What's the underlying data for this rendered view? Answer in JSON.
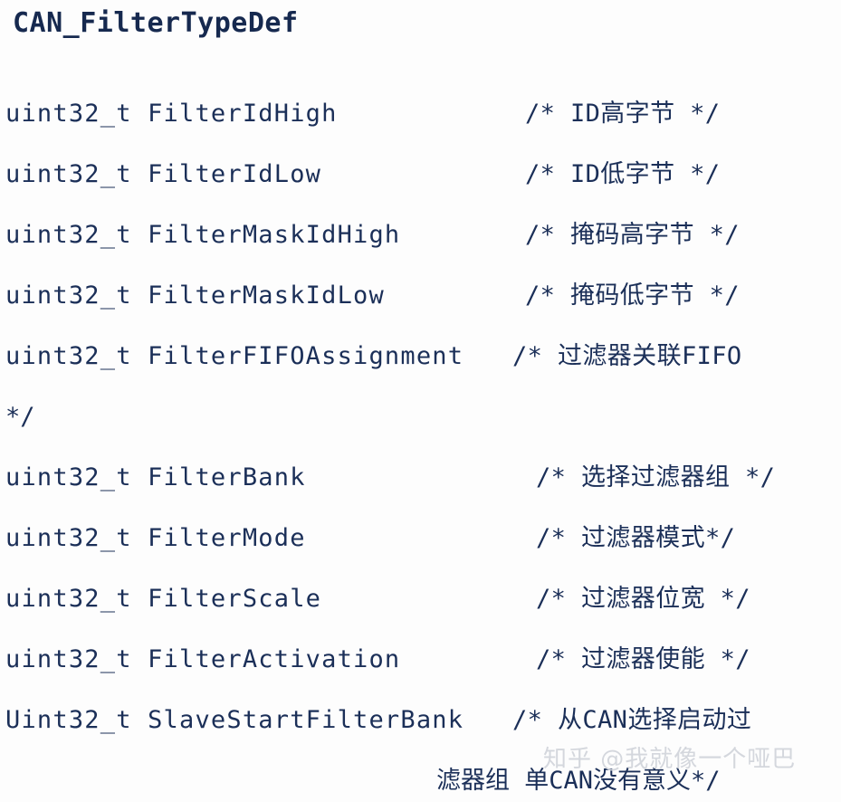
{
  "document": {
    "title": "CAN_FilterTypeDef",
    "text_color": "#1b2f58",
    "title_color": "#16294f",
    "background_color": "#fdfdfd"
  },
  "struct": {
    "name": "CAN_FilterTypeDef",
    "fields": [
      {
        "type": "uint32_t",
        "name": "FilterIdHigh",
        "declaration": "uint32_t FilterIdHigh",
        "comment": "/* ID高字节 */",
        "comment_column": "col-a"
      },
      {
        "type": "uint32_t",
        "name": "FilterIdLow",
        "declaration": "uint32_t FilterIdLow",
        "comment": "/* ID低字节 */",
        "comment_column": "col-a"
      },
      {
        "type": "uint32_t",
        "name": "FilterMaskIdHigh",
        "declaration": "uint32_t FilterMaskIdHigh",
        "comment": "/* 掩码高字节 */",
        "comment_column": "col-a"
      },
      {
        "type": "uint32_t",
        "name": "FilterMaskIdLow",
        "declaration": "uint32_t FilterMaskIdLow",
        "comment": "/* 掩码低字节 */",
        "comment_column": "col-a"
      },
      {
        "type": "uint32_t",
        "name": "FilterFIFOAssignment",
        "declaration": "uint32_t FilterFIFOAssignment",
        "comment": "/* 过滤器关联FIFO",
        "comment_column": "col-b",
        "comment_tail": "*/"
      },
      {
        "type": "uint32_t",
        "name": "FilterBank",
        "declaration": "uint32_t FilterBank",
        "comment": "/* 选择过滤器组 */",
        "comment_column": "col-c"
      },
      {
        "type": "uint32_t",
        "name": "FilterMode",
        "declaration": "uint32_t FilterMode",
        "comment": "/* 过滤器模式*/",
        "comment_column": "col-c"
      },
      {
        "type": "uint32_t",
        "name": "FilterScale",
        "declaration": "uint32_t FilterScale",
        "comment": "/* 过滤器位宽 */",
        "comment_column": "col-c"
      },
      {
        "type": "uint32_t",
        "name": "FilterActivation",
        "declaration": "uint32_t FilterActivation",
        "comment": "/* 过滤器使能 */",
        "comment_column": "col-c"
      },
      {
        "type": "Uint32_t",
        "name": "SlaveStartFilterBank",
        "declaration": "Uint32_t SlaveStartFilterBank",
        "comment": "/* 从CAN选择启动过",
        "comment_column": "col-b",
        "comment_tail": "滤器组 单CAN没有意义*/"
      }
    ]
  },
  "watermark": {
    "text": "知乎 @我就像一个哑巴",
    "color": "#d4d7dd"
  }
}
